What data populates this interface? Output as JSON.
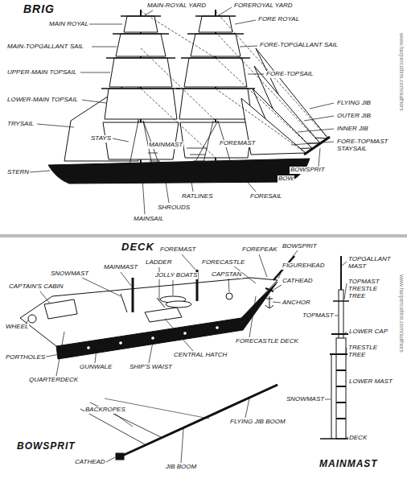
{
  "diagram": {
    "labels": [
      "BRIG",
      "MAIN-ROYAL YARD",
      "FOREROYAL YARD",
      "FORE ROYAL",
      "MAIN ROYAL",
      "MAIN-TOPGALLANT SAIL",
      "FORE-TOPGALLANT SAIL",
      "UPPER-MAIN TOPSAIL",
      "FORE-TOPSAIL",
      "LOWER-MAIN TOPSAIL",
      "FLYING JIB",
      "OUTER JIB",
      "INNER JIB",
      "TRYSAIL",
      "FORE-TOPMAST STAYSAIL",
      "STAYS",
      "MAINMAST",
      "FOREMAST",
      "BOWSPRIT",
      "BOW",
      "STERN",
      "RATLINES",
      "SHROUDS",
      "FORESAIL",
      "MAINSAIL",
      "www.harpercollins.com/authors",
      "DECK",
      "FOREMAST",
      "BOWSPRIT",
      "FORECASTLE",
      "FOREPEAK",
      "CAPSTAN",
      "MAINMAST",
      "SNOWMAST",
      "LADDER",
      "JOLLY BOATS",
      "FIGUREHEAD",
      "CATHEAD",
      "ANCHOR",
      "FORECASTLE DECK",
      "CAPTAIN'S CABIN",
      "WHEEL",
      "PORTHOLES",
      "CENTRAL HATCH",
      "GUNWALE",
      "SHIP'S WAIST",
      "QUARTERDECK",
      "www.harpercollins.com/authors",
      "BOWSPRIT",
      "BACKROPES",
      "CATHEAD",
      "FLYING JIB BOOM",
      "JIB BOOM",
      "TOPGALLANT MAST",
      "TOPMAST TRESTLE TREE",
      "TOPMAST",
      "LOWER CAP",
      "TRESTLE TREE",
      "LOWER MAST",
      "SNOWMAST",
      "DECK",
      "MAINMAST"
    ]
  }
}
